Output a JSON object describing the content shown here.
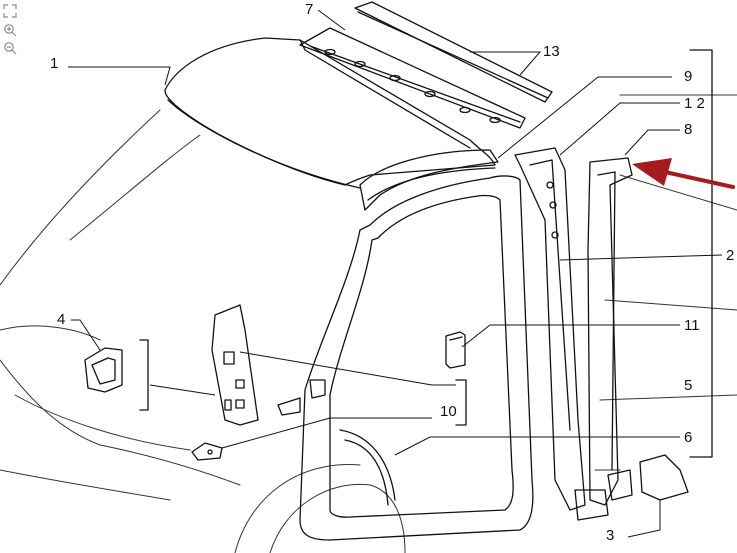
{
  "toolbar": {
    "items": [
      {
        "name": "fit-screen-icon"
      },
      {
        "name": "zoom-in-icon"
      },
      {
        "name": "zoom-out-icon"
      }
    ]
  },
  "callouts": {
    "c1": "1",
    "c2": "2",
    "c3": "3",
    "c4": "4",
    "c5": "5",
    "c6": "6",
    "c7": "7",
    "c8": "8",
    "c9": "9",
    "c10": "10",
    "c11": "11",
    "c12": "1 2",
    "c13": "13"
  },
  "colors": {
    "line": "#111111",
    "arrow": "#a61c1c",
    "toolbar": "#8a8a8a"
  }
}
